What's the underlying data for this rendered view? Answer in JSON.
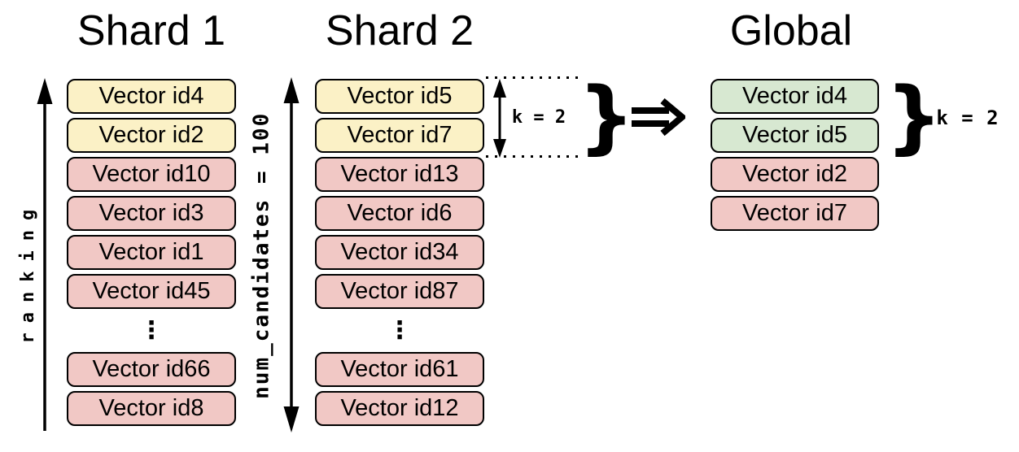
{
  "columns": [
    {
      "id": "shard1",
      "title": "Shard 1",
      "items": [
        {
          "label": "Vector id4",
          "color": "yellow"
        },
        {
          "label": "Vector id2",
          "color": "yellow"
        },
        {
          "label": "Vector id10",
          "color": "pink"
        },
        {
          "label": "Vector id3",
          "color": "pink"
        },
        {
          "label": "Vector id1",
          "color": "pink"
        },
        {
          "label": "Vector id45",
          "color": "pink"
        },
        {
          "type": "ellipsis"
        },
        {
          "label": "Vector id66",
          "color": "pink"
        },
        {
          "label": "Vector id8",
          "color": "pink"
        }
      ]
    },
    {
      "id": "shard2",
      "title": "Shard 2",
      "items": [
        {
          "label": "Vector id5",
          "color": "yellow"
        },
        {
          "label": "Vector id7",
          "color": "yellow"
        },
        {
          "label": "Vector id13",
          "color": "pink"
        },
        {
          "label": "Vector id6",
          "color": "pink"
        },
        {
          "label": "Vector id34",
          "color": "pink"
        },
        {
          "label": "Vector id87",
          "color": "pink"
        },
        {
          "type": "ellipsis"
        },
        {
          "label": "Vector id61",
          "color": "pink"
        },
        {
          "label": "Vector id12",
          "color": "pink"
        }
      ]
    },
    {
      "id": "global",
      "title": "Global",
      "items": [
        {
          "label": "Vector id4",
          "color": "green"
        },
        {
          "label": "Vector id5",
          "color": "green"
        },
        {
          "label": "Vector id2",
          "color": "pink"
        },
        {
          "label": "Vector id7",
          "color": "pink"
        }
      ]
    }
  ],
  "axes": {
    "ranking": "ranking",
    "num_candidates": "num_candidates = 100"
  },
  "annotations": {
    "shard2_k": "k = 2",
    "global_k": "k = 2",
    "brace": "}",
    "ellipsis": "⋮"
  },
  "icons": {
    "implies_arrow": "⇒",
    "ranking_axis_arrow": "↑",
    "num_candidates_axis_arrow": "↕",
    "k_range_arrow": "↕"
  },
  "colors": {
    "yellow": "#FBF1C6",
    "pink": "#F1C8C5",
    "green": "#D7E8D1",
    "outline": "#000000"
  }
}
